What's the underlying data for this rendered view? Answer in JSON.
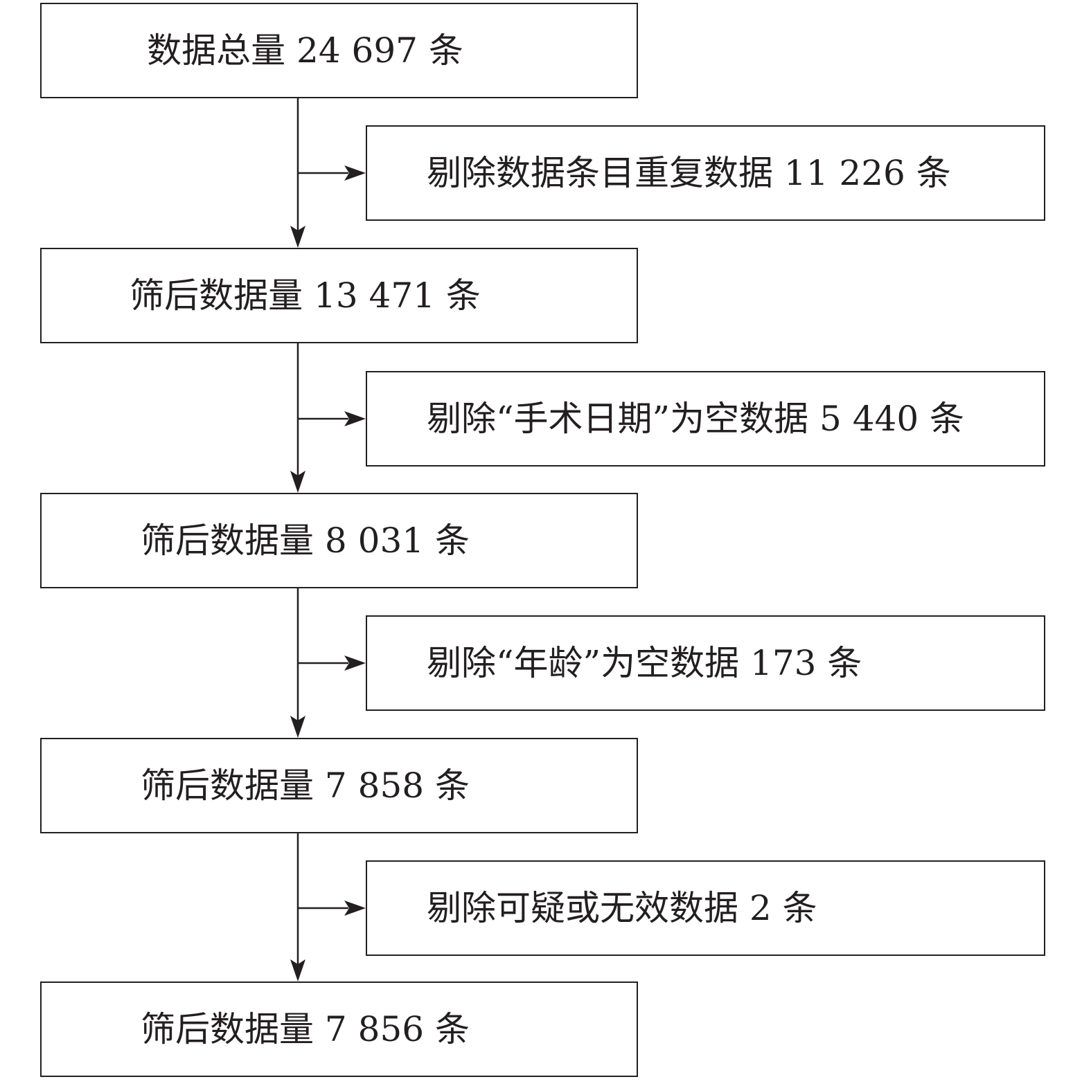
{
  "colors": {
    "ink": "#231f20",
    "background": "#ffffff"
  },
  "flow": {
    "steps": [
      {
        "label": "数据总量 24 697 条"
      },
      {
        "label": "筛后数据量 13 471 条"
      },
      {
        "label": "筛后数据量 8 031 条"
      },
      {
        "label": "筛后数据量 7 858 条"
      },
      {
        "label": "筛后数据量 7 856 条"
      }
    ],
    "exclusions": [
      {
        "label": "剔除数据条目重复数据 11 226 条"
      },
      {
        "label": "剔除“手术日期”为空数据 5 440 条"
      },
      {
        "label": "剔除“年龄”为空数据 173 条"
      },
      {
        "label": "剔除可疑或无效数据 2 条"
      }
    ]
  }
}
